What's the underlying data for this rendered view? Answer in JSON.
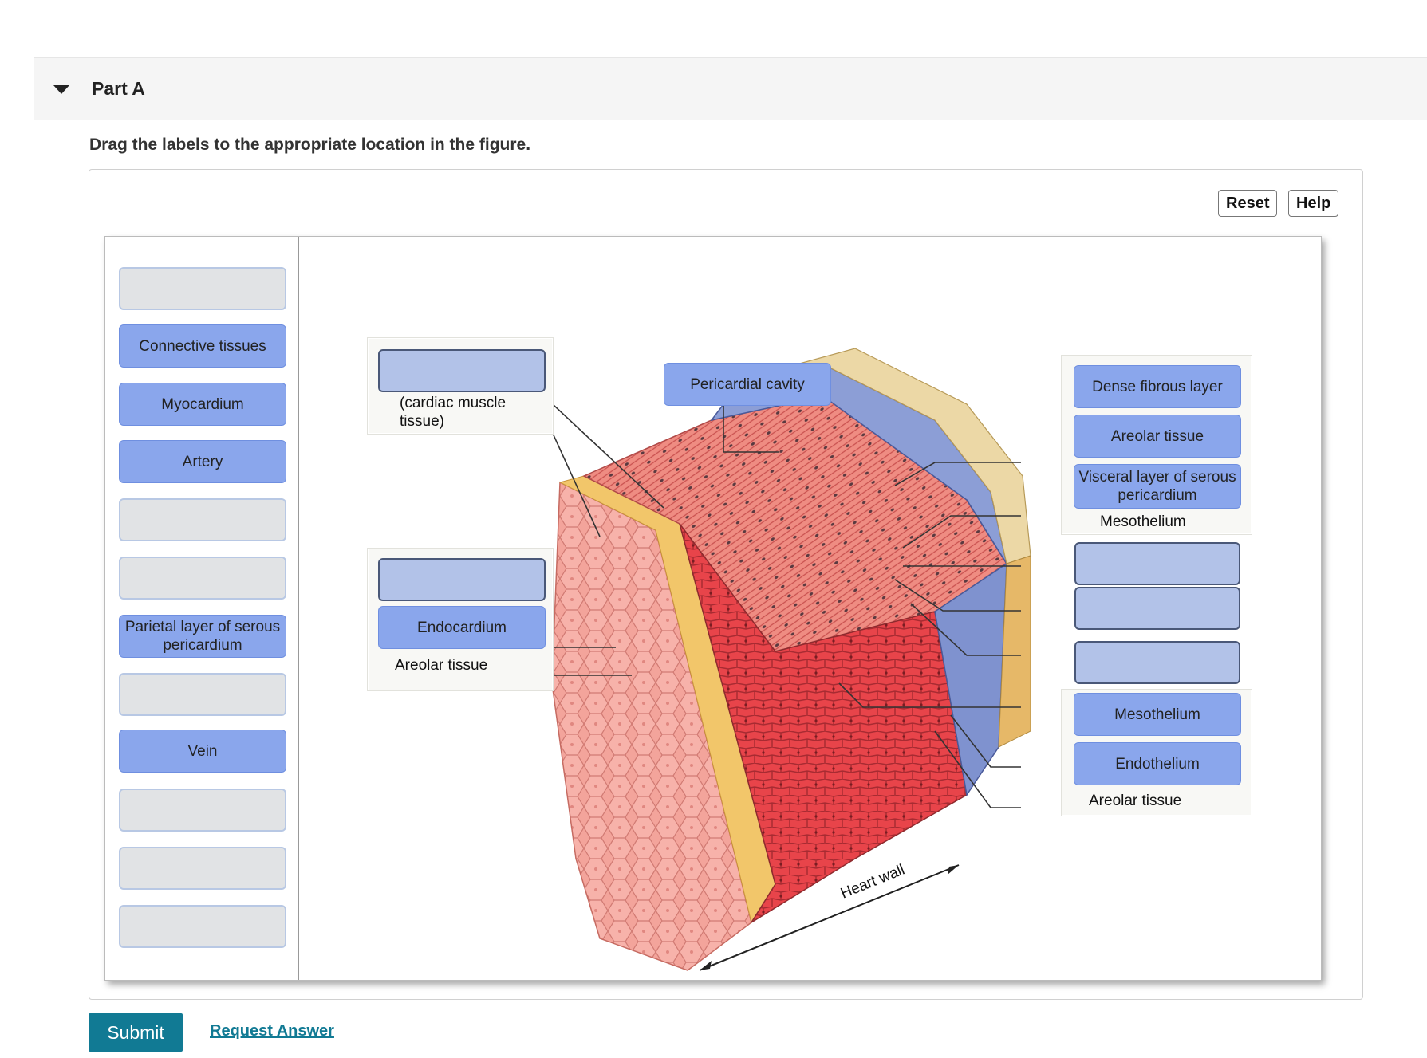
{
  "part": {
    "title": "Part A"
  },
  "instructions": "Drag the labels to the appropriate location in the figure.",
  "toolbar": {
    "reset_label": "Reset",
    "help_label": "Help"
  },
  "label_bank": [
    "",
    "Connective tissues",
    "Myocardium",
    "Artery",
    "",
    "",
    "Parietal layer of serous pericardium",
    "",
    "Vein",
    "",
    "",
    ""
  ],
  "figure": {
    "heart_wall_label": "Heart wall",
    "left_top_box": {
      "caption": "(cardiac muscle tissue)"
    },
    "left_mid_box": {
      "placed": "Endocardium",
      "text": "Areolar  tissue"
    },
    "pericardial_cavity": "Pericardial cavity",
    "right_top_box": {
      "labels": [
        "Dense fibrous layer",
        "Areolar tissue",
        "Visceral layer of serous pericardium"
      ],
      "text": "Mesothelium"
    },
    "right_bottom_box": {
      "labels": [
        "Mesothelium",
        "Endothelium"
      ],
      "text": "Areolar tissue"
    }
  },
  "actions": {
    "submit_label": "Submit",
    "request_label": "Request Answer"
  },
  "colors": {
    "accent": "#117a94",
    "label_fill": "#8aa6ec",
    "drop_fill": "#b2c2e8",
    "empty_slot": "#e1e3e5"
  }
}
